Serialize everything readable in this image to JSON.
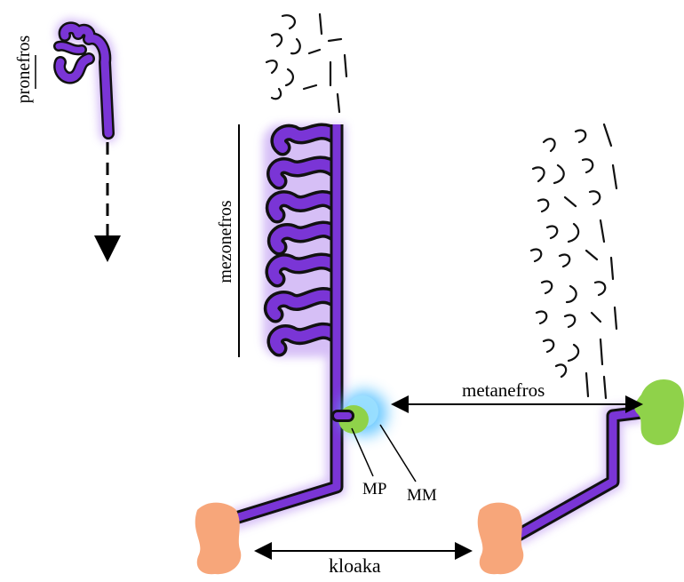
{
  "labels": {
    "pronefros": "pronefros",
    "mezonefros": "mezonefros",
    "metanefros": "metanefros",
    "mp": "MP",
    "mm": "MM",
    "kloaka": "kloaka"
  },
  "colors": {
    "duct_purple": "#7a35d6",
    "duct_glow": "#b58bf0",
    "outline": "#111111",
    "cloaca_orange": "#f7a67a",
    "bud_green": "#8fd24a",
    "mesenchyme_blue": "#5fc4ff"
  }
}
